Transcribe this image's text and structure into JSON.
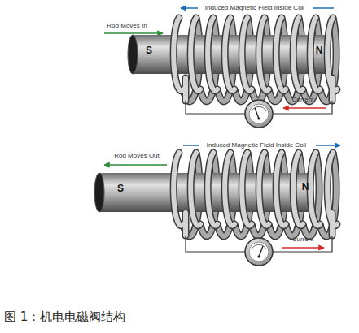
{
  "diagram": {
    "caption": "图 1：机电电磁阀结构",
    "labels": [
      "Rod Moves In",
      "Induced Magnetic Field Inside Coil",
      "S",
      "N",
      "Current",
      "Rod Moves Out",
      "Induced Magnetic Field Inside Coil",
      "S",
      "N",
      "Current"
    ]
  }
}
